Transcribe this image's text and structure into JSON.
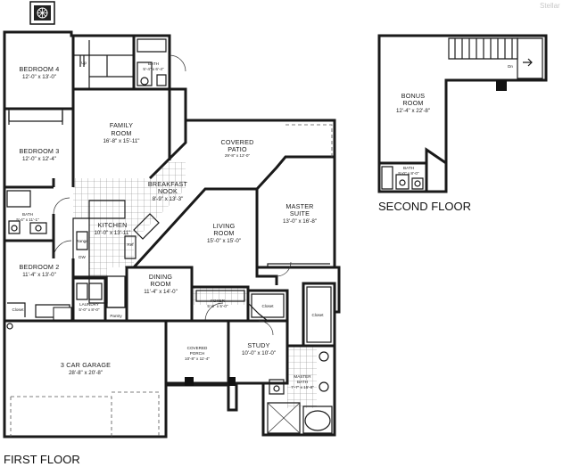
{
  "labels": {
    "second_floor": "SECOND FLOOR",
    "first_floor": "FIRST FLOOR",
    "watermark": "Stellar"
  },
  "rooms": {
    "bedroom4": {
      "name": "BEDROOM 4",
      "dim": "12'-0\" x 13'-0\""
    },
    "family": {
      "name": "FAMILY",
      "name2": "ROOM",
      "dim": "16'-8\" x 15'-11\""
    },
    "bath_top": {
      "name": "BATH",
      "dim": "5'-4\" x 6'-4\""
    },
    "bedroom3": {
      "name": "BEDROOM 3",
      "dim": "12'-0\" x 12'-4\""
    },
    "covered_patio": {
      "name": "COVERED",
      "name2": "PATIO",
      "dim": "29'-8\" x 12'-0\""
    },
    "breakfast": {
      "name": "BREAKFAST",
      "name2": "NOOK",
      "dim": "8'-9\" x 13'-3\""
    },
    "bath_left": {
      "name": "BATH",
      "dim": "5'-4\" x 11'-1\""
    },
    "kitchen": {
      "name": "KITCHEN",
      "dim": "10'-0\" x 13'-11\""
    },
    "living": {
      "name": "LIVING",
      "name2": "ROOM",
      "dim": "15'-0\" x 15'-0\""
    },
    "master_suite": {
      "name": "MASTER",
      "name2": "SUITE",
      "dim": "13'-0\" x 16'-8\""
    },
    "bedroom2": {
      "name": "BEDROOM 2",
      "dim": "11'-4\" x 13'-0\""
    },
    "dining": {
      "name": "DINING",
      "name2": "ROOM",
      "dim": "11'-4\" x 14'-0\""
    },
    "foyer": {
      "name": "FOYER",
      "dim": "5'-9\" x 5'-0\""
    },
    "laundry": {
      "name": "LAUNDRY",
      "dim": "5'-0\" x 8'-0\""
    },
    "garage": {
      "name": "3 CAR GARAGE",
      "dim": "28'-8\" x 20'-8\""
    },
    "covered_porch": {
      "name": "COVERED",
      "name2": "PORCH",
      "dim": "10'-8\" x 11'-4\""
    },
    "study": {
      "name": "STUDY",
      "dim": "10'-0\" x 10'-0\""
    },
    "master_bath": {
      "name": "MASTER",
      "name2": "BATH",
      "dim": "7'-7\" x 15'-8\""
    },
    "bonus": {
      "name": "BONUS",
      "name2": "ROOM",
      "dim": "12'-4\" x 22'-8\""
    },
    "bath_second": {
      "name": "BATH",
      "dim": "5'-0\" x 8'-0\""
    }
  },
  "small_labels": {
    "closet": "Closet",
    "pantry": "Pantry",
    "up": "Up",
    "dn": "Dn",
    "ref": "Ref",
    "range": "Range",
    "dw": "DW"
  },
  "icons": {
    "logo": "compass-emblem-icon"
  }
}
